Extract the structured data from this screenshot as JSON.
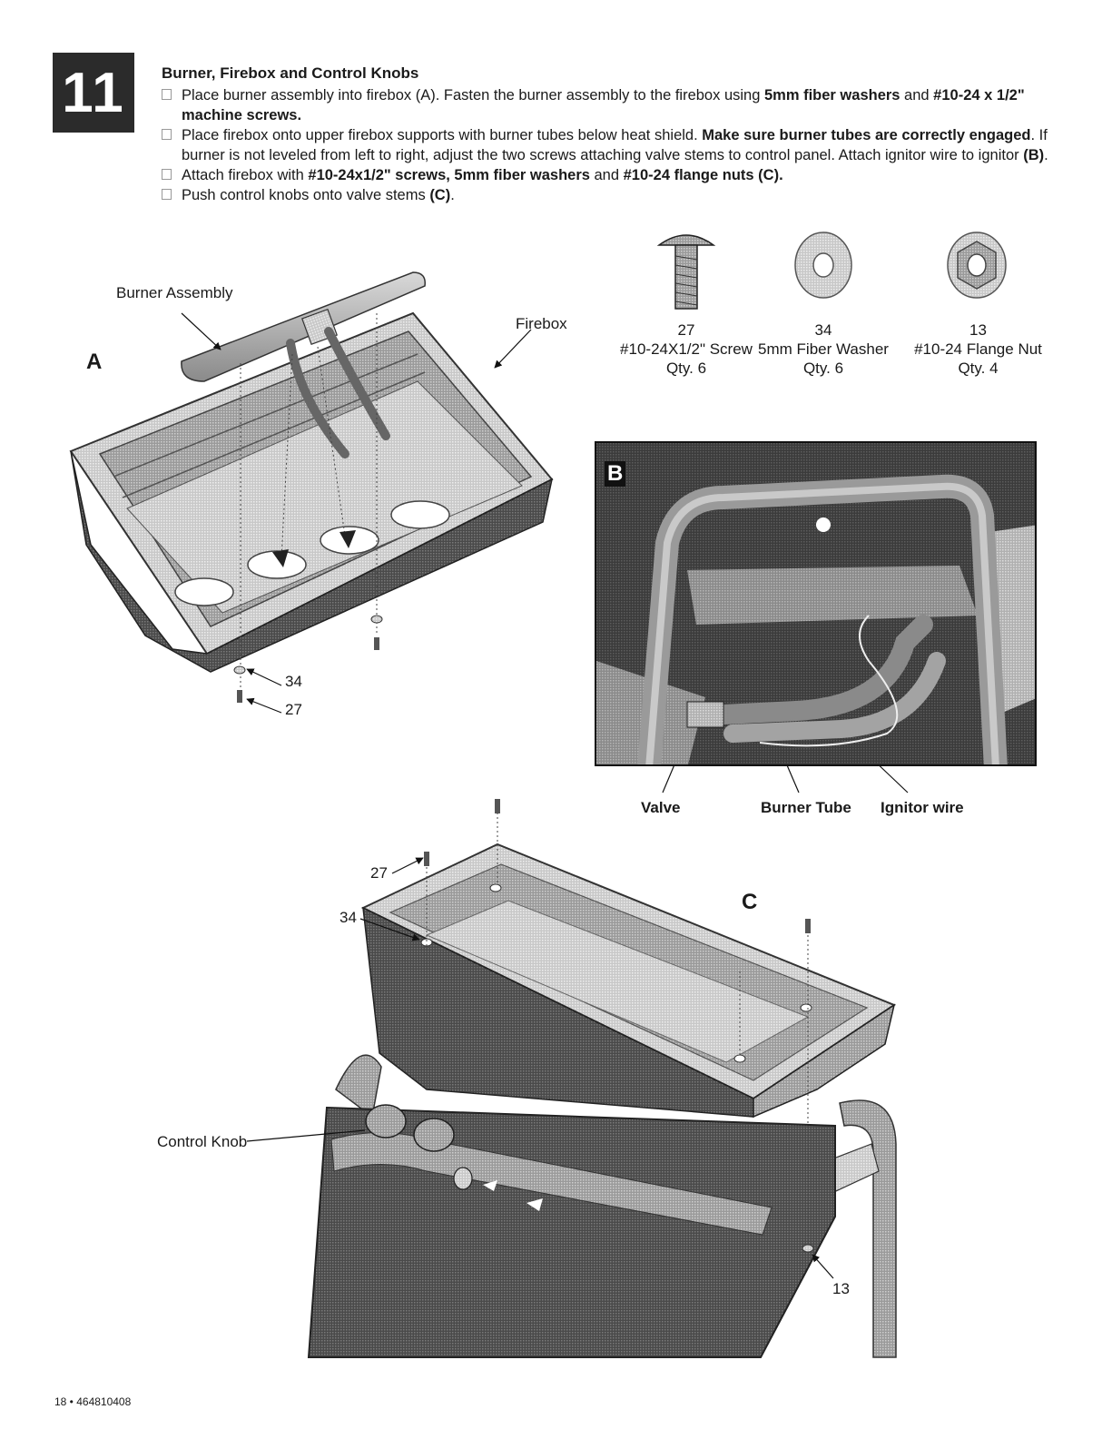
{
  "step": {
    "number": "11",
    "title": "Burner, Firebox and Control Knobs",
    "instructions": [
      {
        "parts": [
          {
            "t": "Place burner assembly into firebox (A). Fasten the burner assembly to the firebox using ",
            "b": false
          },
          {
            "t": "5mm fiber washers",
            "b": true
          },
          {
            "t": " and ",
            "b": false
          },
          {
            "t": "#10-24 x 1/2\" machine screws.",
            "b": true
          }
        ]
      },
      {
        "parts": [
          {
            "t": "Place firebox onto upper firebox supports with burner tubes below heat shield. ",
            "b": false
          },
          {
            "t": "Make sure burner tubes are correctly engaged",
            "b": true
          },
          {
            "t": ". If burner is not leveled from left to right, adjust the two screws attaching valve stems to control panel. Attach ignitor wire to ignitor ",
            "b": false
          },
          {
            "t": "(B)",
            "b": true
          },
          {
            "t": ".",
            "b": false
          }
        ]
      },
      {
        "parts": [
          {
            "t": "Attach firebox with ",
            "b": false
          },
          {
            "t": "#10-24x1/2\" screws, 5mm fiber washers",
            "b": true
          },
          {
            "t": " and ",
            "b": false
          },
          {
            "t": "#10-24 flange nuts (C).",
            "b": true
          }
        ]
      },
      {
        "parts": [
          {
            "t": "Push control knobs onto valve stems ",
            "b": false
          },
          {
            "t": "(C)",
            "b": true
          },
          {
            "t": ".",
            "b": false
          }
        ]
      }
    ]
  },
  "parts": [
    {
      "id": "27",
      "name": "#10-24X1/2\" Screw",
      "qty": "Qty. 6"
    },
    {
      "id": "34",
      "name": "5mm Fiber Washer",
      "qty": "Qty. 6"
    },
    {
      "id": "13",
      "name": "#10-24 Flange Nut",
      "qty": "Qty. 4"
    }
  ],
  "figure_a": {
    "letter": "A",
    "burner_label": "Burner Assembly",
    "firebox_label": "Firebox",
    "callout_washer": "34",
    "callout_screw": "27"
  },
  "figure_b": {
    "letter": "B",
    "label_valve": "Valve",
    "label_tube": "Burner Tube",
    "label_wire": "Ignitor wire"
  },
  "figure_c": {
    "letter": "C",
    "callout_screw": "27",
    "callout_washer": "34",
    "callout_nut": "13",
    "label_knob": "Control Knob"
  },
  "footer": "18 • 464810408"
}
